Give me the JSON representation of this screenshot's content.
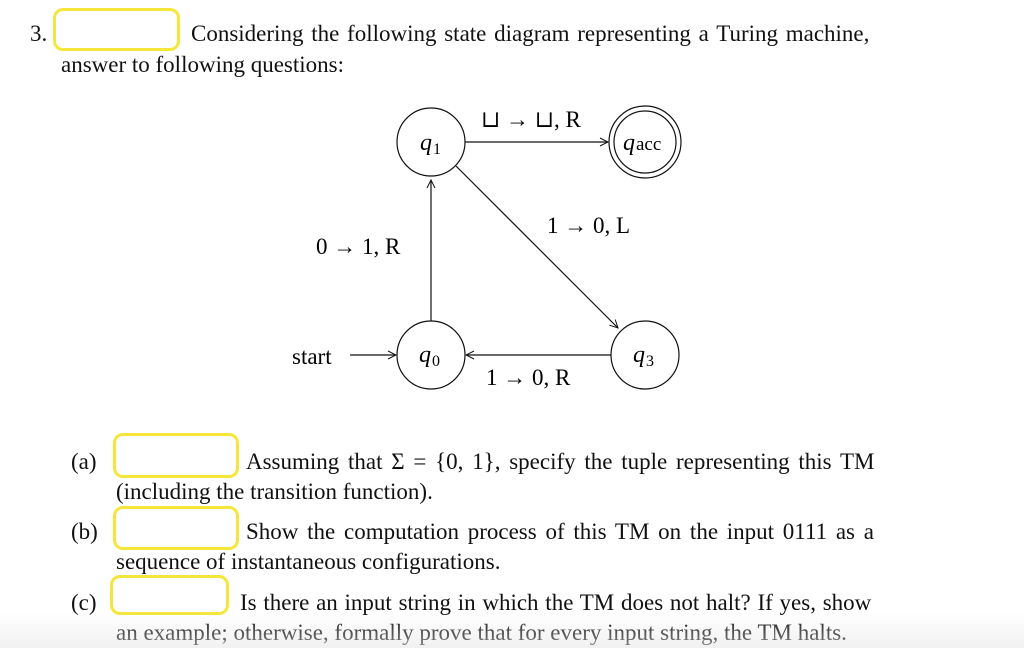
{
  "question": {
    "number": "3.",
    "intro_line1": "Considering the following state diagram representing a Turing machine,",
    "intro_line2": "answer to following questions:"
  },
  "diagram": {
    "states": [
      {
        "id": "q1",
        "label": "q",
        "sub": "1",
        "accepting": false
      },
      {
        "id": "qacc",
        "label": "q",
        "sub": "acc",
        "accepting": true
      },
      {
        "id": "q0",
        "label": "q",
        "sub": "0",
        "accepting": false,
        "start": true
      },
      {
        "id": "q3",
        "label": "q",
        "sub": "3",
        "accepting": false
      }
    ],
    "start_label": "start",
    "transitions": [
      {
        "from": "q0",
        "to": "q1",
        "label": "0 → 1, R"
      },
      {
        "from": "q1",
        "to": "qacc",
        "label": "⊔ → ⊔, R"
      },
      {
        "from": "q1",
        "to": "q3",
        "label": "1 → 0, L"
      },
      {
        "from": "q3",
        "to": "q0",
        "label": "1 → 0, R"
      }
    ]
  },
  "parts": [
    {
      "label": "(a)",
      "line1": "Assuming that Σ = {0, 1}, specify the tuple representing this TM",
      "line2": "(including the transition function)."
    },
    {
      "label": "(b)",
      "line1": "Show the computation process of this TM on the input 0111 as a",
      "line2": "sequence of instantaneous configurations."
    },
    {
      "label": "(c)",
      "line1": "Is there an input string in which the TM does not halt? If yes, show",
      "line2": "an example; otherwise, formally prove that for every input string, the TM halts."
    }
  ],
  "colors": {
    "highlight_box": "#f5e63c",
    "text": "#111111"
  }
}
